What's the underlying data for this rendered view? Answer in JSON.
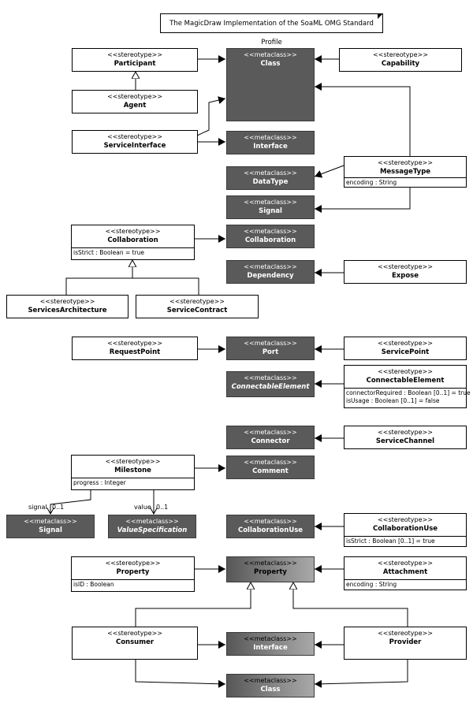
{
  "title": "The MagicDraw Implementation of the SoaML OMG Standard Profile",
  "stereotype_label": "<<stereotype>>",
  "metaclass_label": "<<metaclass>>",
  "metaclasses": {
    "class_top": "Class",
    "interface_top": "Interface",
    "datatype": "DataType",
    "signal": "Signal",
    "collaboration": "Collaboration",
    "dependency": "Dependency",
    "port": "Port",
    "connectable_element": "ConnectableElement",
    "connector": "Connector",
    "comment": "Comment",
    "signal_left": "Signal",
    "value_specification": "ValueSpecification",
    "collaboration_use": "CollaborationUse",
    "property": "Property",
    "interface_bottom": "Interface",
    "class_bottom": "Class"
  },
  "stereotypes": {
    "participant": {
      "name": "Participant"
    },
    "agent": {
      "name": "Agent"
    },
    "service_interface": {
      "name": "ServiceInterface"
    },
    "capability": {
      "name": "Capability"
    },
    "message_type": {
      "name": "MessageType",
      "attrs": [
        "encoding : String"
      ]
    },
    "collaboration": {
      "name": "Collaboration",
      "attrs": [
        "isStrict : Boolean = true"
      ]
    },
    "services_architecture": {
      "name": "ServicesArchitecture"
    },
    "service_contract": {
      "name": "ServiceContract"
    },
    "expose": {
      "name": "Expose"
    },
    "request_point": {
      "name": "RequestPoint"
    },
    "service_point": {
      "name": "ServicePoint"
    },
    "connectable_element": {
      "name": "ConnectableElement",
      "attrs": [
        "connectorRequired : Boolean [0..1] = true",
        "isUsage : Boolean [0..1] = false"
      ]
    },
    "service_channel": {
      "name": "ServiceChannel"
    },
    "milestone": {
      "name": "Milestone",
      "attrs": [
        "progress : Integer"
      ]
    },
    "collaboration_use": {
      "name": "CollaborationUse",
      "attrs": [
        "isStrict : Boolean [0..1] = true"
      ]
    },
    "property": {
      "name": "Property",
      "attrs": [
        "isID : Boolean"
      ]
    },
    "attachment": {
      "name": "Attachment",
      "attrs": [
        "encoding : String"
      ]
    },
    "consumer": {
      "name": "Consumer"
    },
    "provider": {
      "name": "Provider"
    }
  },
  "association_labels": {
    "signal_role": "signal",
    "signal_mult": "0..1",
    "value_role": "value",
    "value_mult": "0..1"
  }
}
